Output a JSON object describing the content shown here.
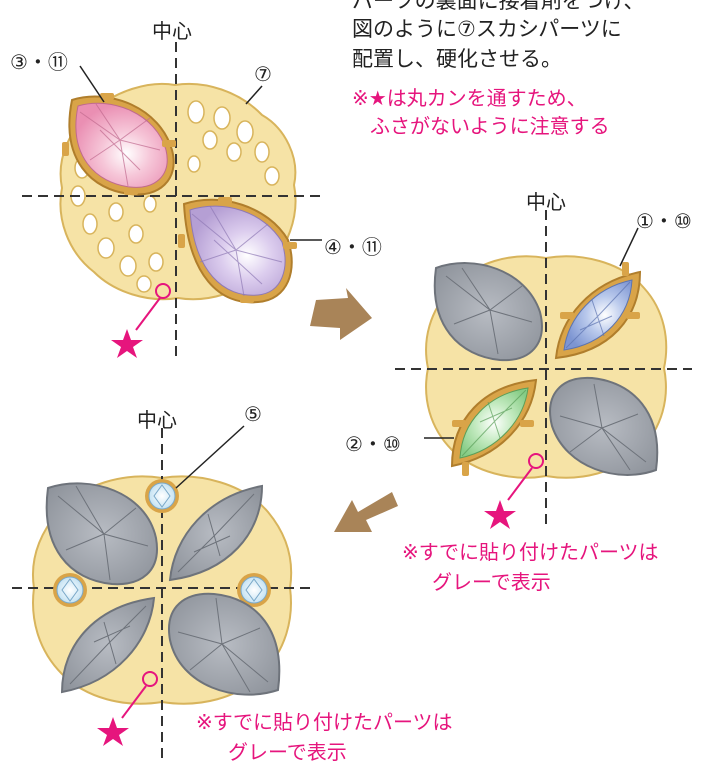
{
  "instructions": {
    "line1": "パーツの裏面に接着剤をつけ、",
    "line2": "図のように⑦スカシパーツに",
    "line3": "配置し、硬化させる。"
  },
  "caution": {
    "line1": "※★は丸カンを通すため、",
    "line2": "ふさがないように注意する"
  },
  "step1": {
    "center_label": "中心",
    "label_top_left": "③・⑪",
    "label_top_right": "⑦",
    "label_right": "④・⑪"
  },
  "step2": {
    "center_label": "中心",
    "label_top": "①・⑩",
    "label_left": "②・⑩",
    "note_line1": "※すでに貼り付けたパーツは",
    "note_line2": "グレーで表示"
  },
  "step3": {
    "center_label": "中心",
    "label_top": "⑤",
    "note_line1": "※すでに貼り付けたパーツは",
    "note_line2": "グレーで表示"
  },
  "colors": {
    "filigree": "#f6e3a6",
    "filigree_edge": "#d8b45c",
    "setting": "#d9a448",
    "pink_stone": "#f1a9c4",
    "purple_stone": "#c7b4de",
    "blue_stone": "#93a9dc",
    "green_stone": "#a7dba4",
    "gray_stone": "#9ea3ab",
    "star": "#e6157d",
    "arrow": "#a98458"
  }
}
